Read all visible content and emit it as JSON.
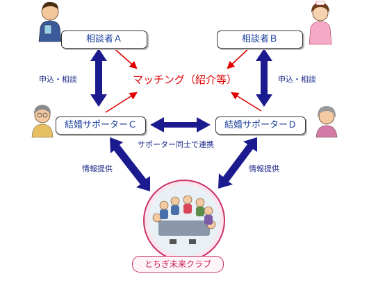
{
  "nodes": {
    "counselee_a": "相談者Ａ",
    "counselee_b": "相談者Ｂ",
    "supporter_c": "結婚サポーターＣ",
    "supporter_d": "結婚サポーターＤ"
  },
  "center_label": "マッチング（紹介等）",
  "edge_labels": {
    "left_vertical": "申込・相談",
    "right_vertical": "申込・相談",
    "horizontal": "サポーター同士で連携",
    "left_diagonal": "情報提供",
    "right_diagonal": "情報提供"
  },
  "club": {
    "label": "とちぎ未来クラブ"
  },
  "colors": {
    "arrow_blue": "#1b1b8f",
    "arrow_red": "#e00000",
    "text_blue": "#1a2a88",
    "club_pink": "#c8306a"
  },
  "icons": [
    "man-with-document-icon",
    "nurse-woman-icon",
    "older-woman-icon",
    "grey-haired-woman-icon",
    "meeting-group-photo-icon"
  ]
}
